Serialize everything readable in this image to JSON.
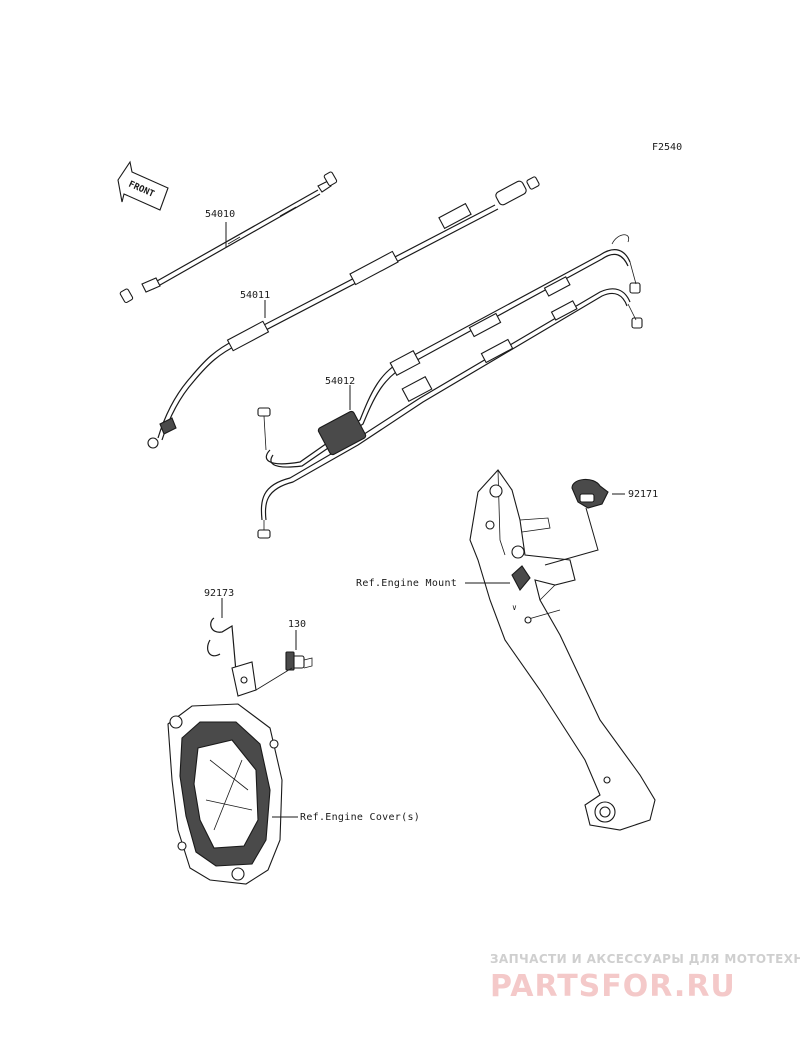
{
  "figure_code": "F2540",
  "front_arrow_label": "FRONT",
  "callouts": {
    "p54010": "54010",
    "p54011": "54011",
    "p54012": "54012",
    "p92171": "92171",
    "p92173": "92173",
    "p130": "130"
  },
  "references": {
    "engine_mount": "Ref.Engine Mount",
    "engine_cover": "Ref.Engine Cover(s)"
  },
  "watermark": {
    "tagline": "ЗАПЧАСТИ И АКСЕССУАРЫ ДЛЯ МОТОТЕХНИКИ",
    "logo": "PARTSFOR.RU",
    "logo_color": "#f4c9c9"
  }
}
